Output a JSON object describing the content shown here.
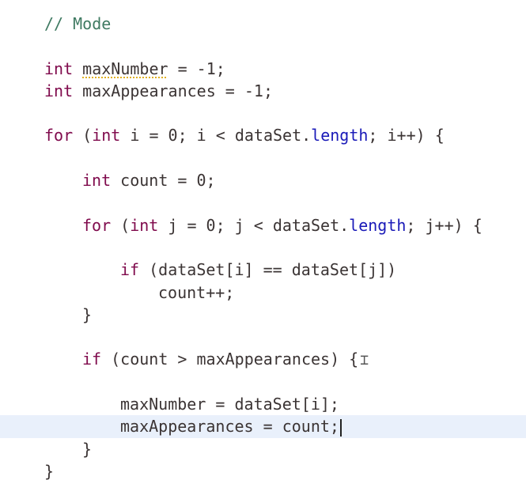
{
  "editor": {
    "current_line": 18,
    "lines": [
      {
        "indent": 0,
        "tokens": [
          {
            "t": "// Mode",
            "c": "cm"
          }
        ]
      },
      {
        "indent": 0,
        "tokens": []
      },
      {
        "indent": 0,
        "tokens": [
          {
            "t": "int",
            "c": "kw"
          },
          {
            "t": " "
          },
          {
            "t": "maxNumber",
            "c": "warn"
          },
          {
            "t": " = -1;"
          }
        ]
      },
      {
        "indent": 0,
        "tokens": [
          {
            "t": "int",
            "c": "kw"
          },
          {
            "t": " maxAppearances = -1;"
          }
        ]
      },
      {
        "indent": 0,
        "tokens": []
      },
      {
        "indent": 0,
        "tokens": [
          {
            "t": "for",
            "c": "kw"
          },
          {
            "t": " ("
          },
          {
            "t": "int",
            "c": "kw"
          },
          {
            "t": " i = 0; i < dataSet."
          },
          {
            "t": "length",
            "c": "fld"
          },
          {
            "t": "; i++) {"
          }
        ]
      },
      {
        "indent": 0,
        "tokens": []
      },
      {
        "indent": 4,
        "tokens": [
          {
            "t": "int",
            "c": "kw"
          },
          {
            "t": " count = 0;"
          }
        ]
      },
      {
        "indent": 0,
        "tokens": []
      },
      {
        "indent": 4,
        "tokens": [
          {
            "t": "for",
            "c": "kw"
          },
          {
            "t": " ("
          },
          {
            "t": "int",
            "c": "kw"
          },
          {
            "t": " j = 0; j < dataSet."
          },
          {
            "t": "length",
            "c": "fld"
          },
          {
            "t": "; j++) {"
          }
        ]
      },
      {
        "indent": 0,
        "tokens": []
      },
      {
        "indent": 8,
        "tokens": [
          {
            "t": "if",
            "c": "kw"
          },
          {
            "t": " (dataSet[i] == dataSet[j])"
          }
        ]
      },
      {
        "indent": 12,
        "tokens": [
          {
            "t": "count++;"
          }
        ]
      },
      {
        "indent": 4,
        "tokens": [
          {
            "t": "}"
          }
        ]
      },
      {
        "indent": 0,
        "tokens": []
      },
      {
        "indent": 4,
        "tokens": [
          {
            "t": "if",
            "c": "kw"
          },
          {
            "t": " (count > maxAppearances) {"
          }
        ],
        "ibeam": true
      },
      {
        "indent": 0,
        "tokens": []
      },
      {
        "indent": 8,
        "tokens": [
          {
            "t": "maxNumber = dataSet[i];"
          }
        ]
      },
      {
        "indent": 8,
        "tokens": [
          {
            "t": "maxAppearances = count;"
          }
        ],
        "caret": true
      },
      {
        "indent": 4,
        "tokens": [
          {
            "t": "}"
          }
        ]
      },
      {
        "indent": 0,
        "tokens": [
          {
            "t": "}"
          }
        ]
      }
    ]
  }
}
